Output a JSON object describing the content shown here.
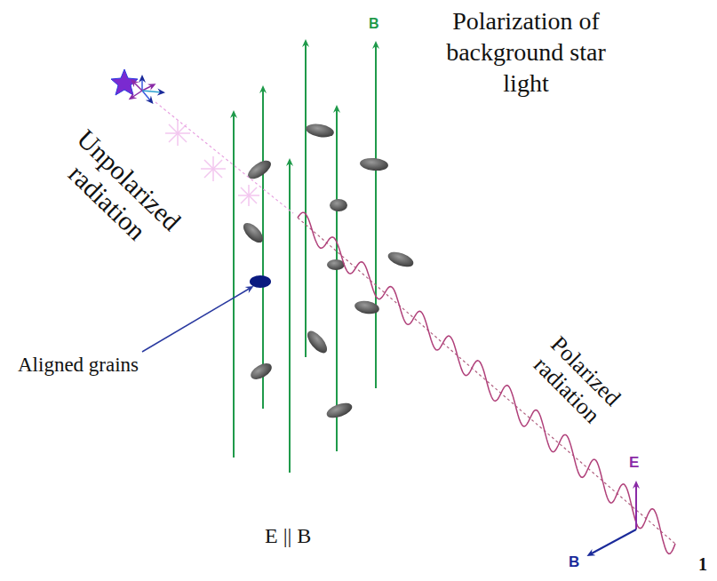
{
  "diagram": {
    "title": "Polarization of background star light",
    "labels": [
      "Unpolarized radiation",
      "Aligned grains",
      "Polarized radiation",
      "E || B",
      "B",
      "E",
      "B",
      "1"
    ]
  }
}
